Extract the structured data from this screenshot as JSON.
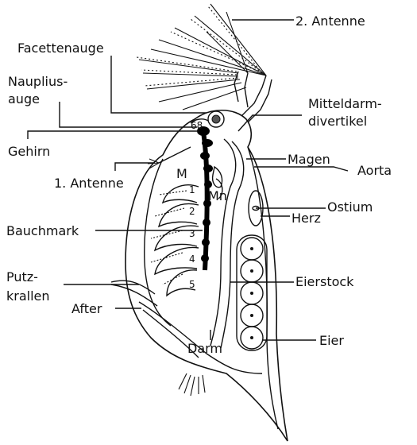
{
  "labels": {
    "antenne2": "2. Antenne",
    "facettenauge": "Facettenauge",
    "nauplius_1": "Nauplius-",
    "nauplius_2": "auge",
    "mitteldarm_1": "Mitteldarm-",
    "mitteldarm_2": "divertikel",
    "gehirn": "Gehirn",
    "magen": "Magen",
    "aorta": "Aorta",
    "antenne1": "1. Antenne",
    "m": "M",
    "mn": "Mn",
    "ostium": "Ostium",
    "herz": "Herz",
    "bauchmark": "Bauchmark",
    "eierstock": "Eierstock",
    "putz_1": "Putz-",
    "putz_2": "krallen",
    "after": "After",
    "darm": "Darm",
    "eier": "Eier"
  },
  "numbers": {
    "n1": "1",
    "n2": "2",
    "n3": "3",
    "n4": "4",
    "n5": "5",
    "ganglion_top": "68"
  }
}
